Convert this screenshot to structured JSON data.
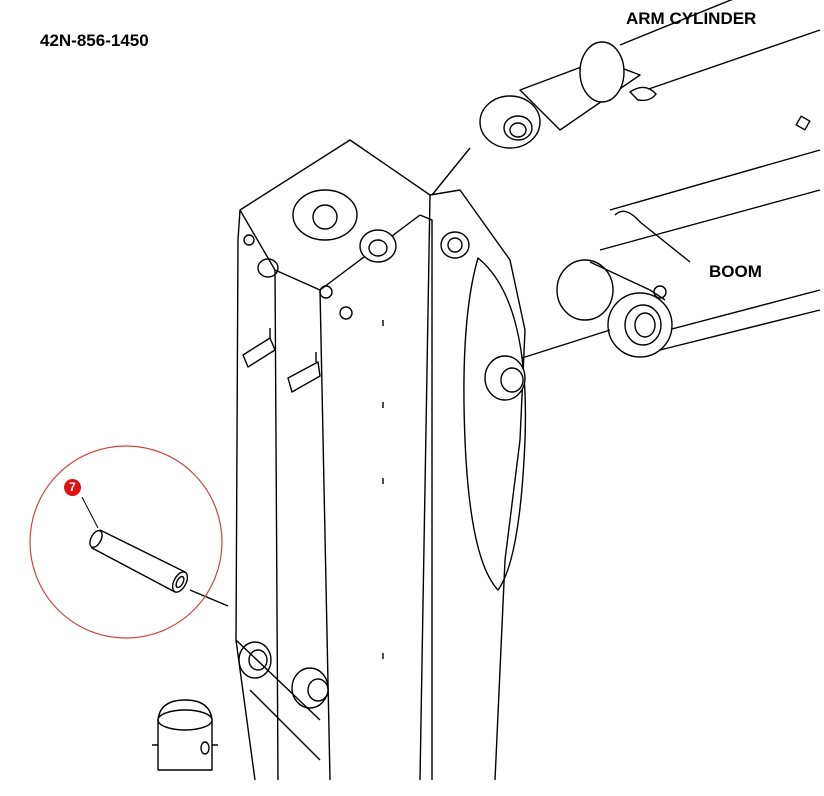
{
  "part_number": "42N-856-1450",
  "labels": {
    "arm_cylinder": "ARM CYLINDER",
    "boom": "BOOM"
  },
  "callout": {
    "number": "7",
    "color": "#e01010",
    "circle_color": "#d04040"
  }
}
